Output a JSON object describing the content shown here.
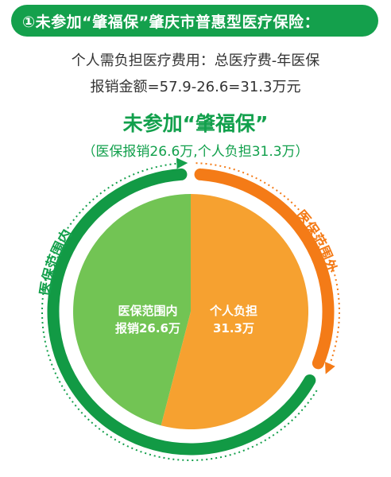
{
  "header": {
    "banner": "①未参加“肇福保”肇庆市普惠型医疗保险："
  },
  "explanation": {
    "line1": "个人需负担医疗费用：总医疗费-年医保",
    "line2": "报销金额=57.9-26.6=31.3万元"
  },
  "colors": {
    "green_dark": "#14a04c",
    "green_ring": "#129a45",
    "green_light": "#72c454",
    "orange_ring": "#f47b17",
    "orange_fill": "#f6a130",
    "text_dark": "#333333"
  },
  "chart_data": {
    "type": "pie",
    "title": "未参加“肇福保”",
    "subtitle": "（医保报销26.6万,个人负担31.3万）",
    "total": 57.9,
    "unit": "万",
    "slices": [
      {
        "label": "医保范围内",
        "value": 26.6,
        "value_text": "报销26.6万",
        "color": "#72c454"
      },
      {
        "label": "个人负担",
        "value": 31.3,
        "value_text": "31.3万",
        "color": "#f6a130"
      }
    ],
    "ring_labels": {
      "inside": "医保范围内",
      "outside": "医保范围外"
    }
  }
}
